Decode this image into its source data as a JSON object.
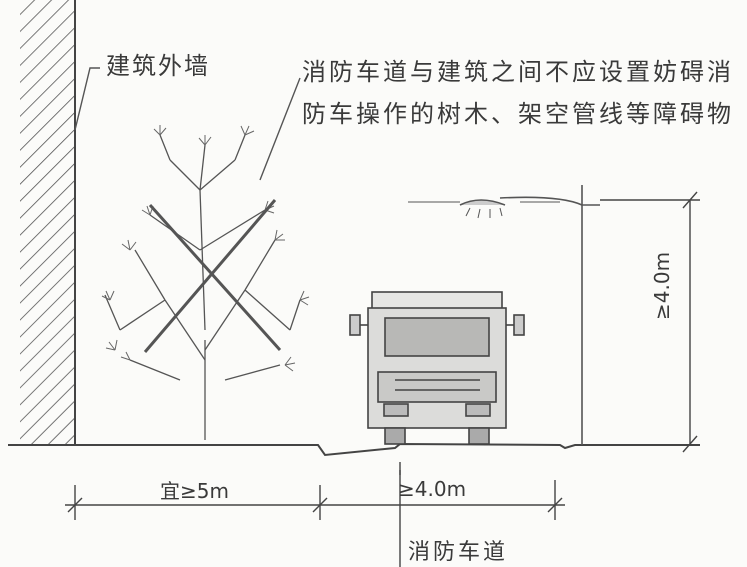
{
  "labels": {
    "wall": "建筑外墙",
    "note_line1": "消防车道与建筑之间不应设置妨碍消",
    "note_line2": "防车操作的树木、架空管线等障碍物",
    "dist_to_wall": "宜≥5m",
    "lane_width": "≥4.0m",
    "clear_height": "≥4.0m",
    "lane": "消防车道"
  },
  "colors": {
    "line": "#444444",
    "hatch": "#555555",
    "background": "#fbfbf9"
  }
}
